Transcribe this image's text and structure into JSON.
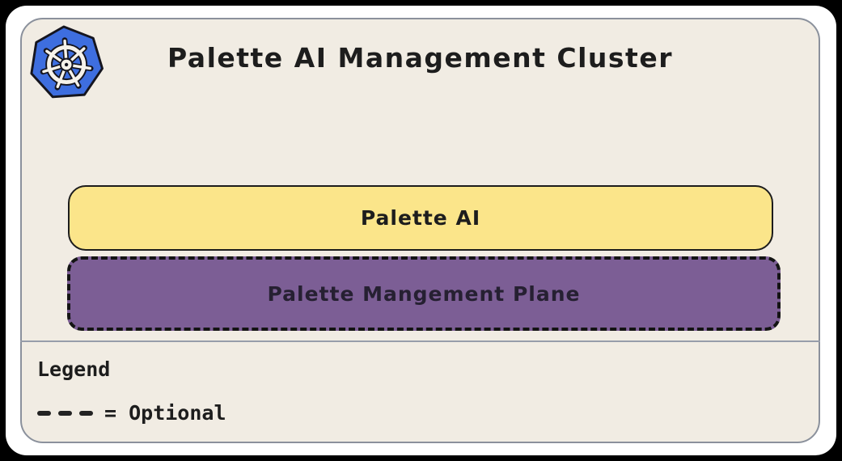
{
  "diagram": {
    "title": "Palette AI Management Cluster",
    "cluster_icon": "kubernetes-logo",
    "nodes": [
      {
        "id": "palette-ai",
        "label": "Palette AI",
        "fill": "#fbe58a",
        "border_style": "solid"
      },
      {
        "id": "palette-management-plane",
        "label": "Palette Mangement Plane",
        "fill": "#7c5e95",
        "border_style": "dashed"
      }
    ],
    "legend": {
      "title": "Legend",
      "entries": [
        {
          "symbol": "---",
          "label": "= Optional"
        }
      ]
    },
    "colors": {
      "outer_background": "#000000",
      "page_background": "#ffffff",
      "canvas_background": "#f1ece3",
      "card_border": "#8b919c",
      "node_yellow": "#fbe58a",
      "node_purple": "#7c5e95",
      "text": "#1d1d1d",
      "kubernetes_blue": "#3e6edf"
    }
  }
}
